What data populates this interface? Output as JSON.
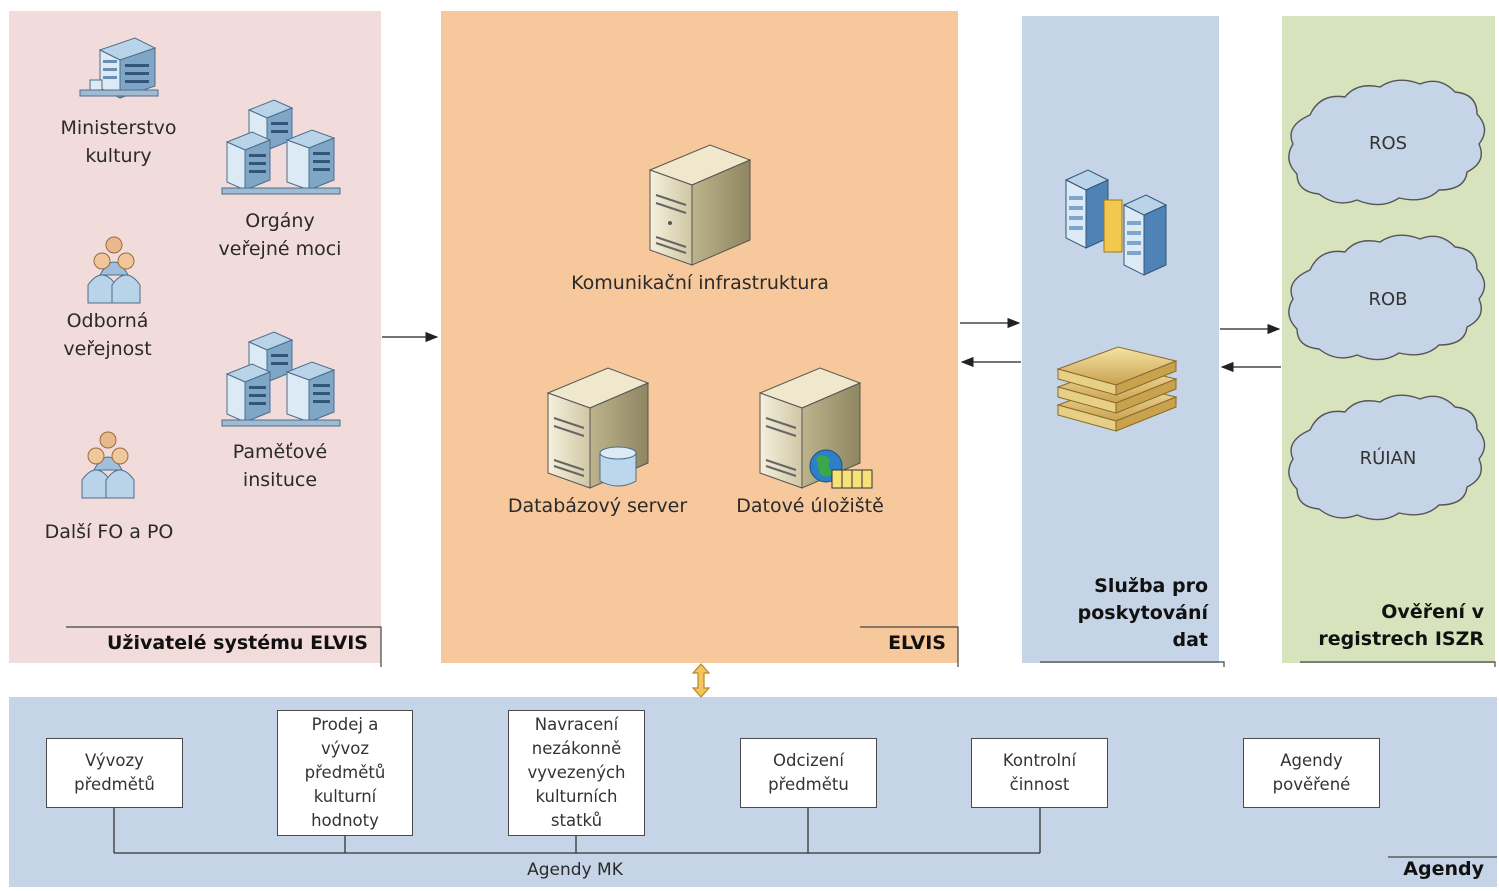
{
  "panels": {
    "users": {
      "title": "Uživatelé systému ELVIS",
      "color": "#f2dcdb"
    },
    "elvis": {
      "title": "ELVIS",
      "color": "#f7c89c"
    },
    "service": {
      "title_lines": [
        "Služba pro",
        "poskytování",
        "dat"
      ],
      "color": "#c5d4e6"
    },
    "registers": {
      "title_lines": [
        "Ověření v",
        "registrech ISZR"
      ],
      "color": "#d6e3bc"
    },
    "agendy": {
      "title": "Agendy",
      "color": "#c5d4e6"
    }
  },
  "users": [
    {
      "lines": [
        "Ministerstvo",
        "kultury"
      ],
      "icon": "building-icon"
    },
    {
      "lines": [
        "Orgány",
        "veřejné moci"
      ],
      "icon": "buildings-group-icon"
    },
    {
      "lines": [
        "Odborná",
        "veřejnost"
      ],
      "icon": "people-group-icon"
    },
    {
      "lines": [
        "Paměťové",
        "insituce"
      ],
      "icon": "buildings-group-icon"
    },
    {
      "lines": [
        "Další FO a PO"
      ],
      "icon": "people-group-icon"
    }
  ],
  "elvis": {
    "comm": "Komunikační infrastruktura",
    "db": "Databázový server",
    "storage": "Datové úložiště"
  },
  "registers": [
    "ROS",
    "ROB",
    "RÚIAN"
  ],
  "agendas": [
    "Vývozy\npředmětů",
    "Prodej a\nvývoz\npředmětů\nkulturní\nhodnoty",
    "Navracení\nnezákonně\nvyvezených\nkulturních\nstatků",
    "Odcizení\npředmětu",
    "Kontrolní\nčinnost",
    "Agendy\npověřené"
  ],
  "agendy_mk_label": "Agendy MK"
}
